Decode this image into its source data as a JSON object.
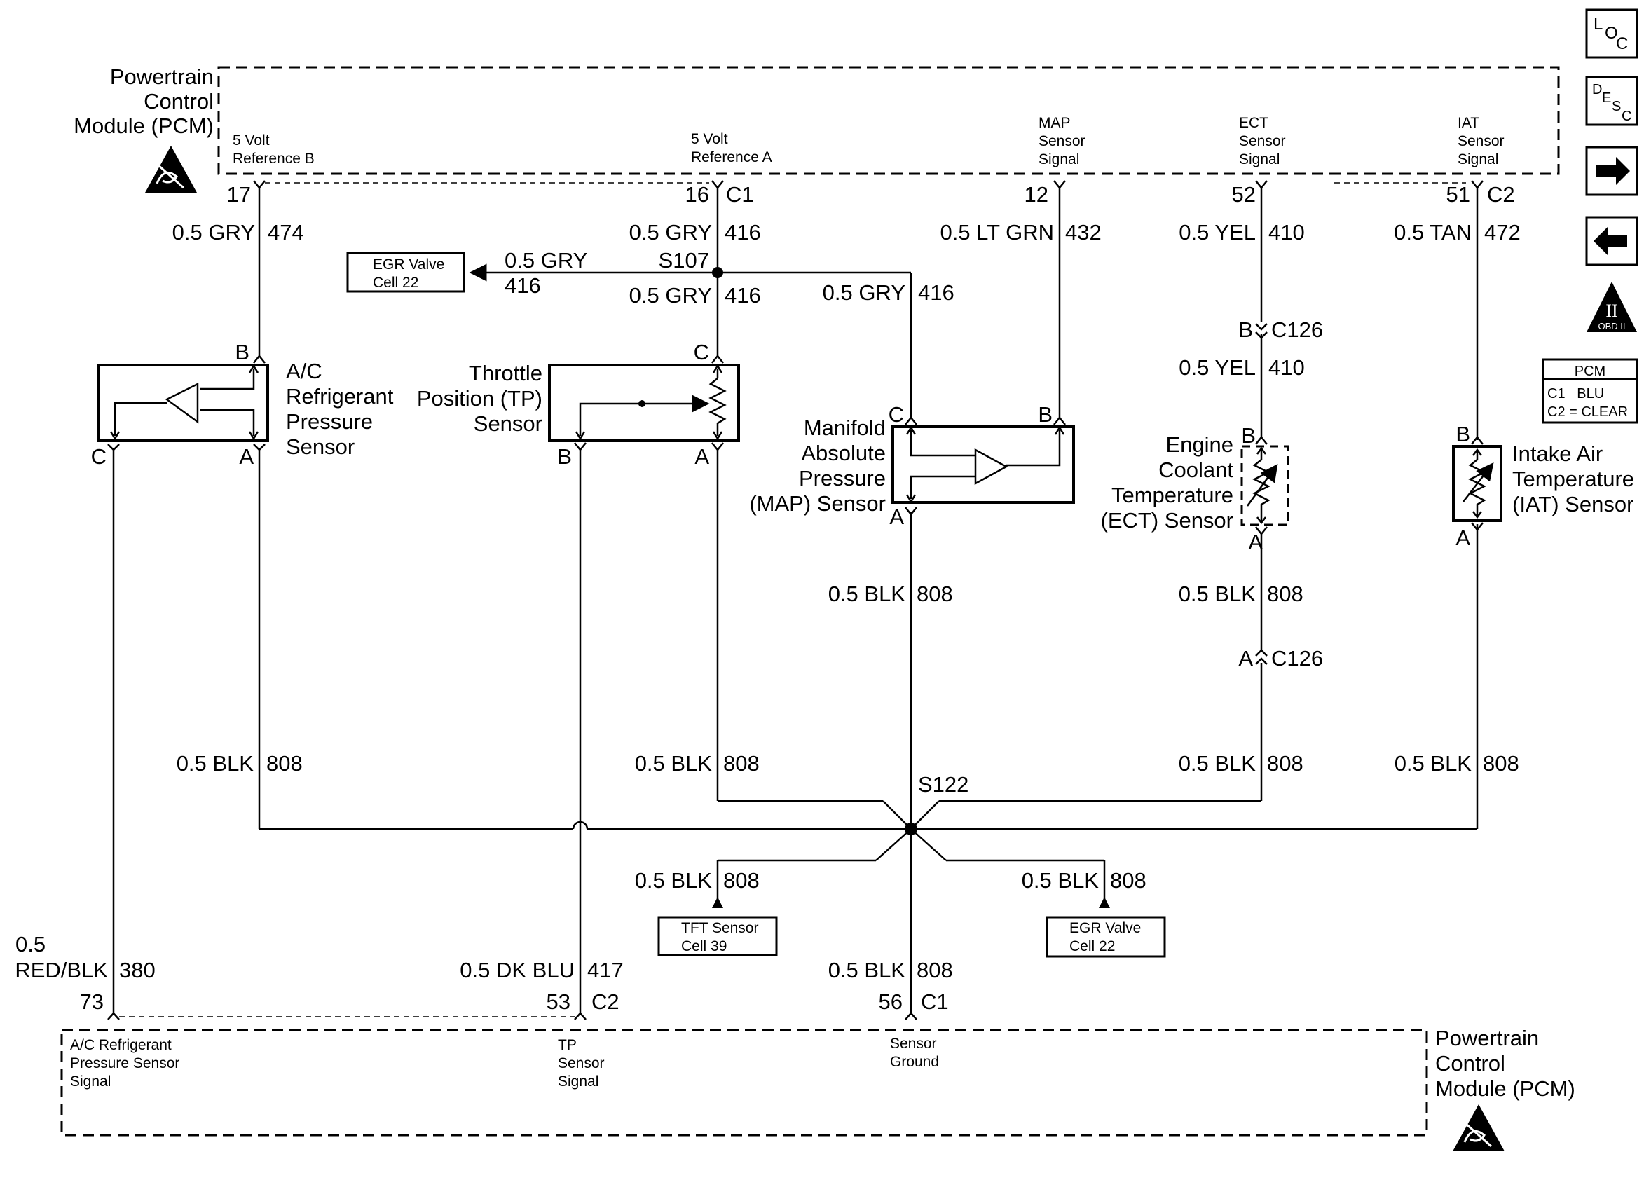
{
  "pcm": {
    "top_title": [
      "Powertrain",
      "Control",
      "Module (PCM)"
    ],
    "bottom_title": [
      "Powertrain",
      "Control",
      "Module (PCM)"
    ]
  },
  "pcm_top_terms": {
    "ref_b": [
      "5 Volt",
      "Reference B"
    ],
    "ref_a": [
      "5 Volt",
      "Reference A"
    ],
    "map_sig": [
      "MAP",
      "Sensor",
      "Signal"
    ],
    "ect_sig": [
      "ECT",
      "Sensor",
      "Signal"
    ],
    "iat_sig": [
      "IAT",
      "Sensor",
      "Signal"
    ]
  },
  "pcm_bottom_terms": {
    "ac_sig": [
      "A/C Refrigerant",
      "Pressure Sensor",
      "Signal"
    ],
    "tp_sig": [
      "TP",
      "Sensor",
      "Signal"
    ],
    "gnd": [
      "Sensor",
      "Ground"
    ]
  },
  "pins": {
    "p17": "17",
    "p16": "16",
    "c1_top": "C1",
    "p12": "12",
    "p52": "52",
    "p51": "51",
    "c2_top": "C2",
    "p73": "73",
    "p53": "53",
    "c2_bot": "C2",
    "p56": "56",
    "c1_bot": "C1"
  },
  "wires": {
    "w474": [
      "0.5 GRY",
      "474"
    ],
    "w416a": [
      "0.5 GRY",
      "416"
    ],
    "w416b": [
      "0.5 GRY",
      "416"
    ],
    "w416c": [
      "0.5 GRY",
      "416"
    ],
    "w416egr": [
      "0.5 GRY",
      "416"
    ],
    "w432": [
      "0.5 LT GRN",
      "432"
    ],
    "w410a": [
      "0.5 YEL",
      "410"
    ],
    "w410b": [
      "0.5 YEL",
      "410"
    ],
    "w472": [
      "0.5 TAN",
      "472"
    ],
    "w808_ac": [
      "0.5 BLK",
      "808"
    ],
    "w808_tp": [
      "0.5 BLK",
      "808"
    ],
    "w808_map": [
      "0.5 BLK",
      "808"
    ],
    "w808_ect1": [
      "0.5 BLK",
      "808"
    ],
    "w808_ect2": [
      "0.5 BLK",
      "808"
    ],
    "w808_iat": [
      "0.5 BLK",
      "808"
    ],
    "w808_tft": [
      "0.5 BLK",
      "808"
    ],
    "w808_egr": [
      "0.5 BLK",
      "808"
    ],
    "w808_gnd": [
      "0.5 BLK",
      "808"
    ],
    "w380": [
      "0.5",
      "RED/BLK",
      "380"
    ],
    "w417": [
      "0.5 DK BLU",
      "417"
    ]
  },
  "splices": {
    "s107": "S107",
    "s122": "S122"
  },
  "connectors": {
    "c126_top": "C126",
    "c126_bot": "C126",
    "c126_top_pin": "B",
    "c126_bot_pin": "A"
  },
  "components": {
    "ac": {
      "name": [
        "A/C",
        "Refrigerant",
        "Pressure",
        "Sensor"
      ],
      "pins": [
        "B",
        "C",
        "A"
      ]
    },
    "tp": {
      "name": [
        "Throttle",
        "Position (TP)",
        "Sensor"
      ],
      "pins": [
        "C",
        "B",
        "A"
      ]
    },
    "map": {
      "name": [
        "Manifold",
        "Absolute",
        "Pressure",
        "(MAP) Sensor"
      ],
      "pins": [
        "C",
        "B",
        "A"
      ]
    },
    "ect": {
      "name": [
        "Engine",
        "Coolant",
        "Temperature",
        "(ECT) Sensor"
      ],
      "pins": [
        "B",
        "A"
      ]
    },
    "iat": {
      "name": [
        "Intake Air",
        "Temperature",
        "(IAT) Sensor"
      ],
      "pins": [
        "B",
        "A"
      ]
    }
  },
  "refs": {
    "egr_top": [
      "EGR Valve",
      "Cell 22"
    ],
    "tft": [
      "TFT Sensor",
      "Cell 39"
    ],
    "egr_bot": [
      "EGR Valve",
      "Cell 22"
    ]
  },
  "nav": {
    "loc": [
      "L",
      "O",
      "C"
    ],
    "desc": [
      "D",
      "E",
      "S",
      "C"
    ],
    "obd": [
      "II",
      "OBD II"
    ],
    "pcm_legend": [
      "PCM",
      "C1   BLU",
      "C2 = CLEAR"
    ]
  }
}
